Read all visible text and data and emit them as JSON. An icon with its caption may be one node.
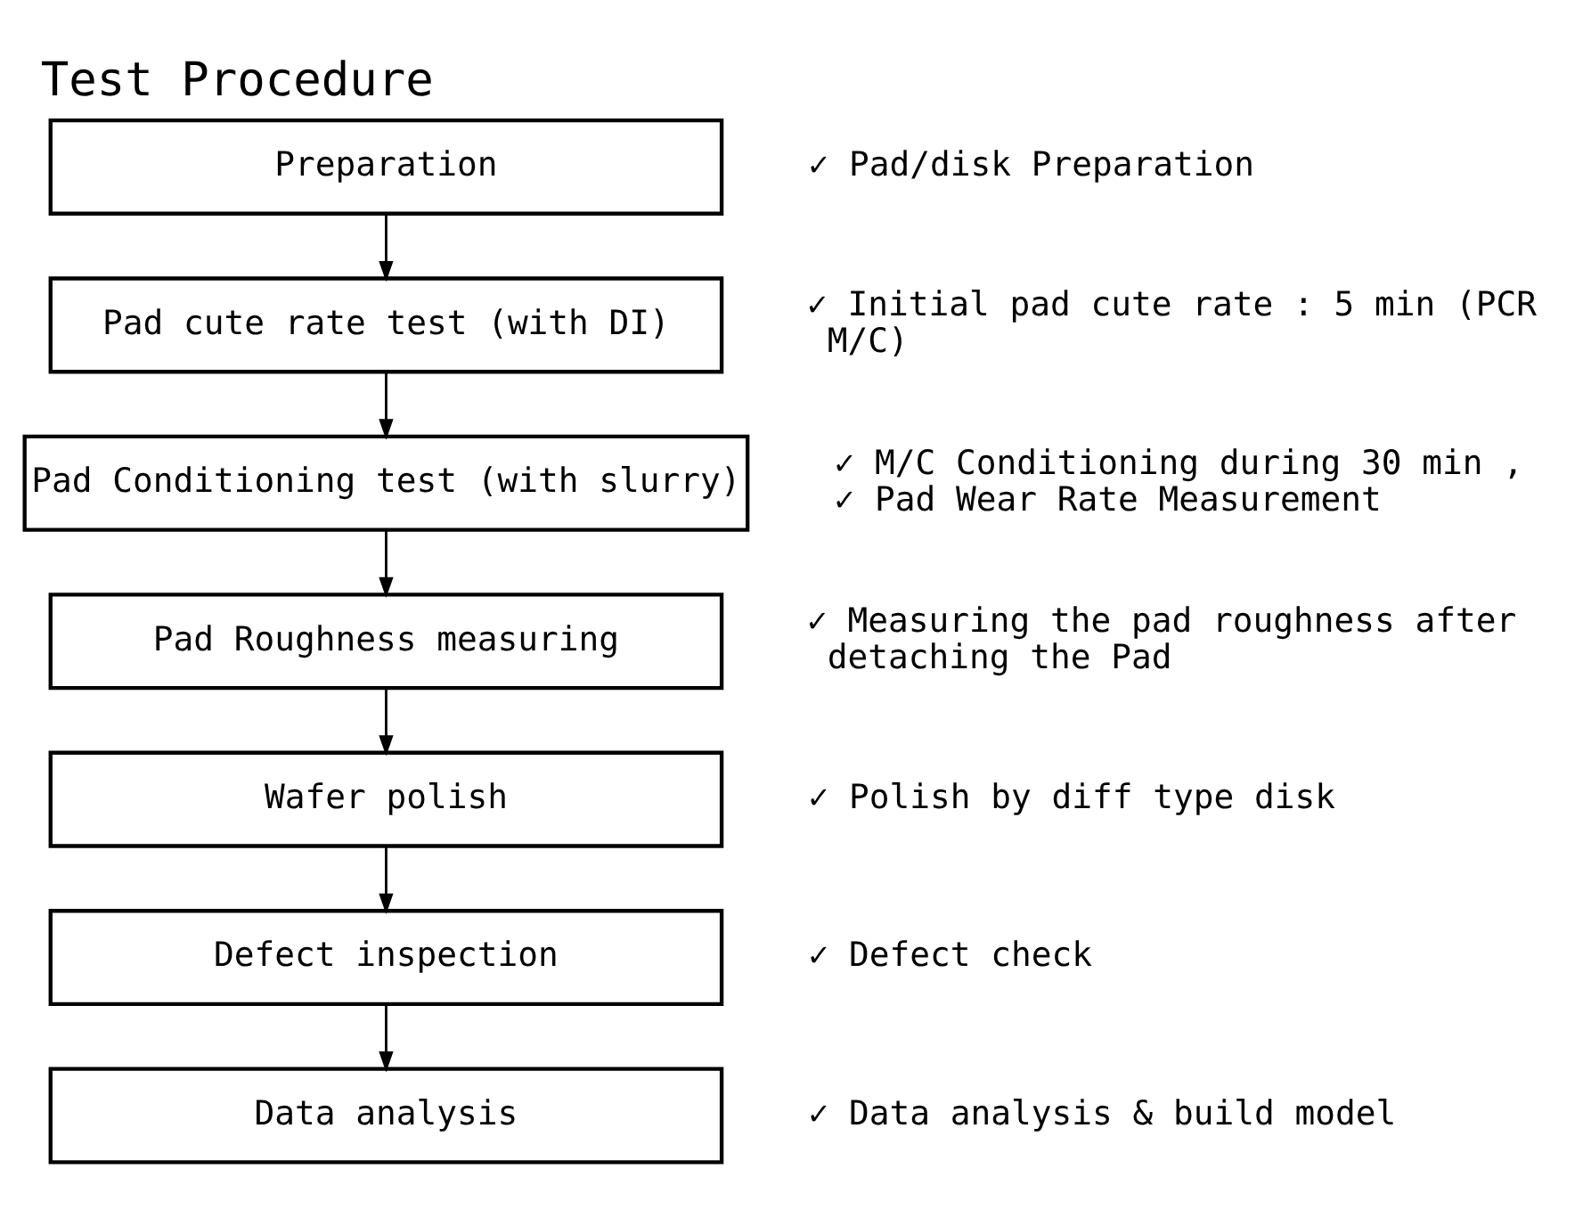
{
  "diagram": {
    "title": "Test Procedure",
    "nodes": [
      {
        "text": [
          "Preparation"
        ],
        "beside": [
          "✓ Pad/disk Preparation"
        ]
      },
      {
        "text": [
          "Pad cute rate test (with DI)"
        ],
        "beside": [
          "✓ Initial pad cute rate : 5 min (PCR M/C)"
        ]
      },
      {
        "text": [
          "Pad Conditioning test (with slurry)"
        ],
        "beside": [
          "✓ M/C Conditioning during 30 min ,",
          "✓ Pad Wear Rate Measurement"
        ]
      },
      {
        "text": [
          "Pad Roughness measuring"
        ],
        "beside": [
          "✓ Measuring the pad roughness after detaching the Pad"
        ]
      },
      {
        "text": [
          "Wafer polish"
        ],
        "beside": [
          "✓ Polish by diff type disk"
        ]
      },
      {
        "text": [
          "Defect inspection"
        ],
        "beside": [
          "✓ Defect check"
        ]
      },
      {
        "text": [
          "Data analysis"
        ],
        "beside": [
          "✓ Data analysis & build model"
        ]
      }
    ],
    "edges": [
      {
        "from": 0,
        "to": 1,
        "arrow": "to"
      },
      {
        "from": 1,
        "to": 2,
        "arrow": "to"
      },
      {
        "from": 2,
        "to": 3,
        "arrow": "to"
      },
      {
        "from": 3,
        "to": 4,
        "arrow": "to"
      },
      {
        "from": 4,
        "to": 5,
        "arrow": "to"
      },
      {
        "from": 5,
        "to": 6,
        "arrow": "to"
      }
    ]
  }
}
